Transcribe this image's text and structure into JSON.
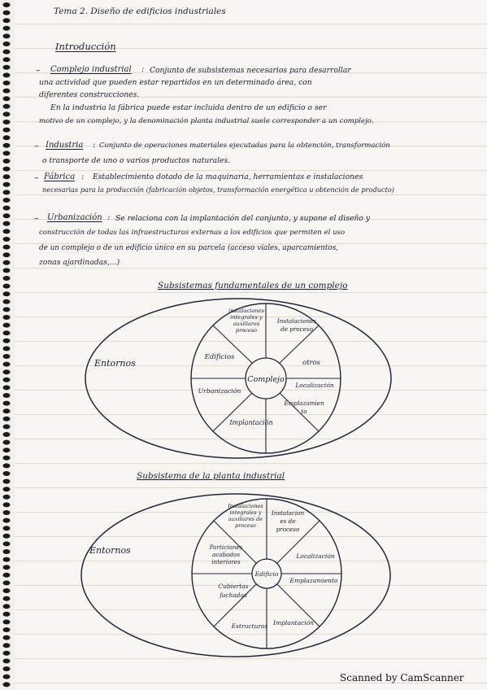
{
  "header": {
    "title": "Tema 2. Diseño de edificios industriales"
  },
  "intro": {
    "heading": "Introducción"
  },
  "sections": {
    "complejo": {
      "term": "Complejo industrial",
      "lines": [
        "Conjunto de subsistemas necesarios para desarrollar",
        "una actividad que pueden estar repartidos en un determinado área, con",
        "diferentes construcciones.",
        "En la industria la fábrica puede estar incluida dentro de un edificio o ser",
        "motivo de un complejo, y la denominación planta industrial suele corresponder a un complejo."
      ]
    },
    "industria": {
      "term": "Industria",
      "lines": [
        "Conjunto de operaciones materiales ejecutadas para la obtención, transformación",
        "o transporte de uno o varios productos naturales."
      ]
    },
    "fabrica": {
      "term": "Fábrica",
      "lines": [
        "Establecimiento dotado de la maquinaria, herramientas e instalaciones",
        "necesarias para la producción (fabricación objetos, transformación energética u obtención de producto)"
      ]
    },
    "urbanizacion": {
      "term": "Urbanización",
      "lines": [
        "Se relaciona con la implantación del conjunto, y supone el diseño y",
        "construcción de todas las infraestructuras externas a los edificios que permiten el uso",
        "de un complejo o de un edificio único en su parcela (acceso viales, aparcamientos,",
        "zonas ajardinadas,...)"
      ]
    }
  },
  "diagram1": {
    "title": "Subsistemas fundamentales de un complejo",
    "outer_label": "Entornos",
    "center": "Complejo",
    "segments": {
      "instalaciones": "instalaciones integrales y auxiliares proceso",
      "proceso": "Instalaciones de proceso",
      "otros": "otros",
      "localizacion": "Localización",
      "emplazamiento": "Emplazamiento",
      "implantacion": "Implantación",
      "urbanizacion": "Urbanización",
      "edificios": "Edificios"
    }
  },
  "diagram2": {
    "title": "Subsistema de la planta industrial",
    "outer_label": "Entornos",
    "center": "Edificio",
    "segments": {
      "instalaciones": "Instalaciones integrales y auxiliares de proceso",
      "proceso": "Instalaciones de proceso",
      "localizacion": "Localización",
      "emplazamiento": "Emplazamiento",
      "implantacion": "Implantación",
      "estructuras": "Estructuras",
      "cubiertas": "Cubiertas fachadas",
      "particiones": "Particiones acabados interiores"
    }
  },
  "footer": {
    "scanner": "Scanned by CamScanner"
  }
}
